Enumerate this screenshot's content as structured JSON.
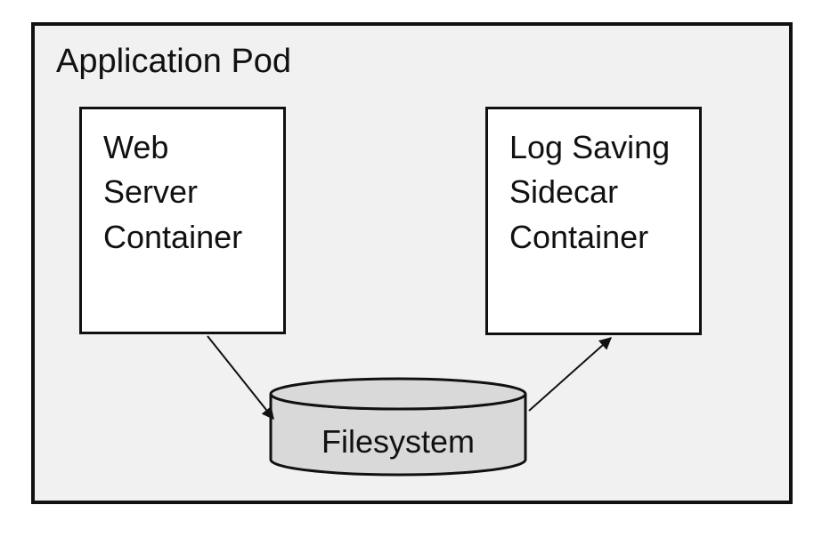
{
  "diagram": {
    "title": "Application Pod",
    "nodes": {
      "web_server": {
        "label": "Web\nServer\nContainer"
      },
      "sidecar": {
        "label": "Log Saving\nSidecar\nContainer"
      },
      "filesystem": {
        "label": "Filesystem"
      }
    },
    "edges": [
      {
        "from": "web_server",
        "to": "filesystem"
      },
      {
        "from": "filesystem",
        "to": "sidecar"
      }
    ],
    "colors": {
      "pod_background": "#f1f1f1",
      "node_background": "#ffffff",
      "cylinder_fill": "#d9d9d9",
      "border": "#111111",
      "text": "#111111"
    }
  }
}
